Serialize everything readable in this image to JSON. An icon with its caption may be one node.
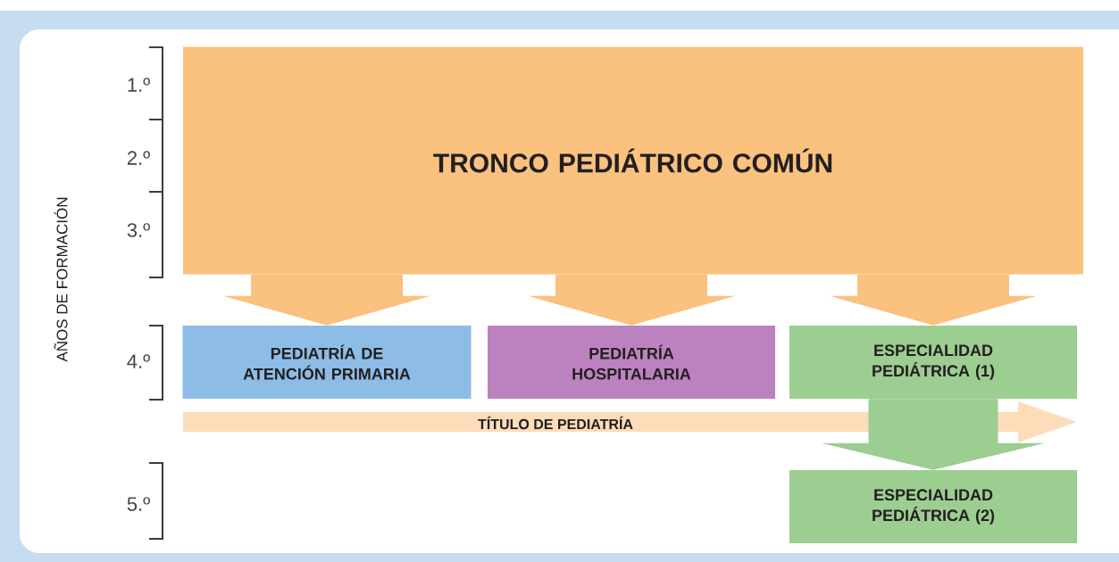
{
  "diagram": {
    "nodes": [
      {
        "text": [
          "TRONCO PEDIÁTRICO COMÚN"
        ]
      },
      {
        "text": [
          "PEDIATRÍA DE ATENCIÓN PRIMARIA"
        ]
      },
      {
        "text": [
          "PEDIATRÍA HOSPITALARIA"
        ]
      },
      {
        "text": [
          "ESPECIALIDAD PEDIÁTRICA (1)"
        ]
      },
      {
        "text": [
          "ESPECIALIDAD PEDIÁTRICA (2)"
        ]
      },
      {
        "text": [
          "TÍTULO DE PEDIATRÍA"
        ]
      }
    ],
    "edges": [
      {
        "from": 0,
        "to": 1,
        "arrow": "to"
      },
      {
        "from": 0,
        "to": 2,
        "arrow": "to"
      },
      {
        "from": 0,
        "to": 3,
        "arrow": "to"
      },
      {
        "from": 3,
        "to": 4,
        "arrow": "to",
        "color": "#9ccd91"
      }
    ],
    "labels": [
      "AÑOS DE FORMACIÓN",
      "1.º",
      "2.º",
      "3.º",
      "4.º",
      "5.º"
    ]
  }
}
